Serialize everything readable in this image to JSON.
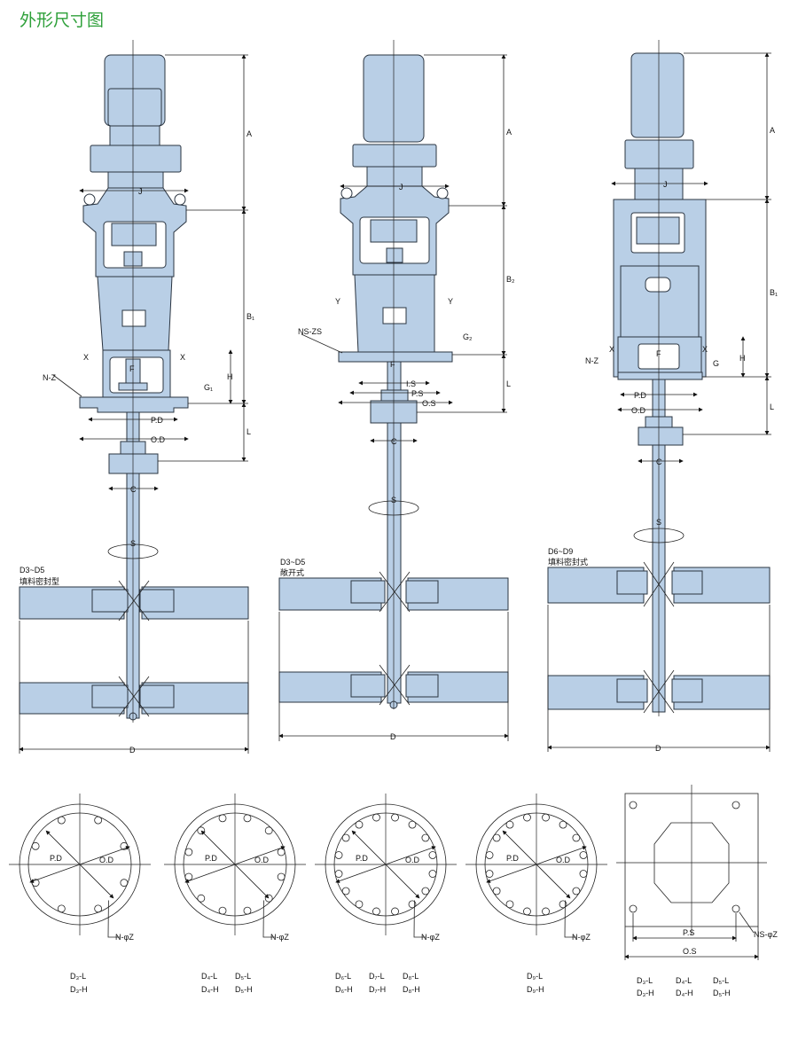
{
  "title": "外形尺寸图",
  "colors": {
    "title": "#2ea03a",
    "body_fill": "#b9cfe6",
    "line": "#2a3440"
  },
  "mixers": [
    {
      "variant": "D3~D5",
      "seal": "填料密封型",
      "dims": {
        "A": "A",
        "B": "B₁",
        "L": "L",
        "H": "H",
        "G": "G₁",
        "J": "J",
        "F": "F",
        "PD": "P.D",
        "OD": "O.D",
        "C": "C",
        "S": "S",
        "D": "D",
        "X": "X",
        "NZ": "N-Z"
      }
    },
    {
      "variant": "D3~D5",
      "seal": "敞开式",
      "dims": {
        "A": "A",
        "B": "B₂",
        "L": "L",
        "G": "G₂",
        "J": "J",
        "F": "F",
        "IS": "I.S",
        "PS": "P.S",
        "OS": "O.S",
        "C": "C",
        "S": "S",
        "D": "D",
        "Y": "Y",
        "NZ": "NS-ZS"
      }
    },
    {
      "variant": "D6~D9",
      "seal": "填料密封式",
      "dims": {
        "A": "A",
        "B": "B₁",
        "L": "L",
        "H": "H",
        "G": "G",
        "J": "J",
        "F": "F",
        "PD": "P.D",
        "OD": "O.D",
        "C": "C",
        "S": "S",
        "D": "D",
        "X": "X",
        "NZ": "N-Z"
      }
    }
  ],
  "flanges": [
    {
      "pd": "P.D",
      "od": "O.D",
      "nz": "N-φZ",
      "bolt_count": 8,
      "models": [
        [
          "D₃-L",
          "D₃-H"
        ]
      ]
    },
    {
      "pd": "P.D",
      "od": "O.D",
      "nz": "N-φZ",
      "bolt_count": 12,
      "models": [
        [
          "D₄-L",
          "D₄-H"
        ],
        [
          "D₅-L",
          "D₅-H"
        ]
      ]
    },
    {
      "pd": "P.D",
      "od": "O.D",
      "nz": "N-φZ",
      "bolt_count": 16,
      "models": [
        [
          "D₆-L",
          "D₆-H"
        ],
        [
          "D₇-L",
          "D₇-H"
        ],
        [
          "D₈-L",
          "D₈-H"
        ]
      ]
    },
    {
      "pd": "P.D",
      "od": "O.D",
      "nz": "N-φZ",
      "bolt_count": 16,
      "models": [
        [
          "D₉-L",
          "D₉-H"
        ]
      ]
    }
  ],
  "square_flange": {
    "ps": "P.S",
    "os": "O.S",
    "nz": "NS-φZ",
    "models": [
      [
        "D₃-L",
        "D₃-H"
      ],
      [
        "D₄-L",
        "D₄-H"
      ],
      [
        "D₅-L",
        "D₅-H"
      ]
    ]
  }
}
